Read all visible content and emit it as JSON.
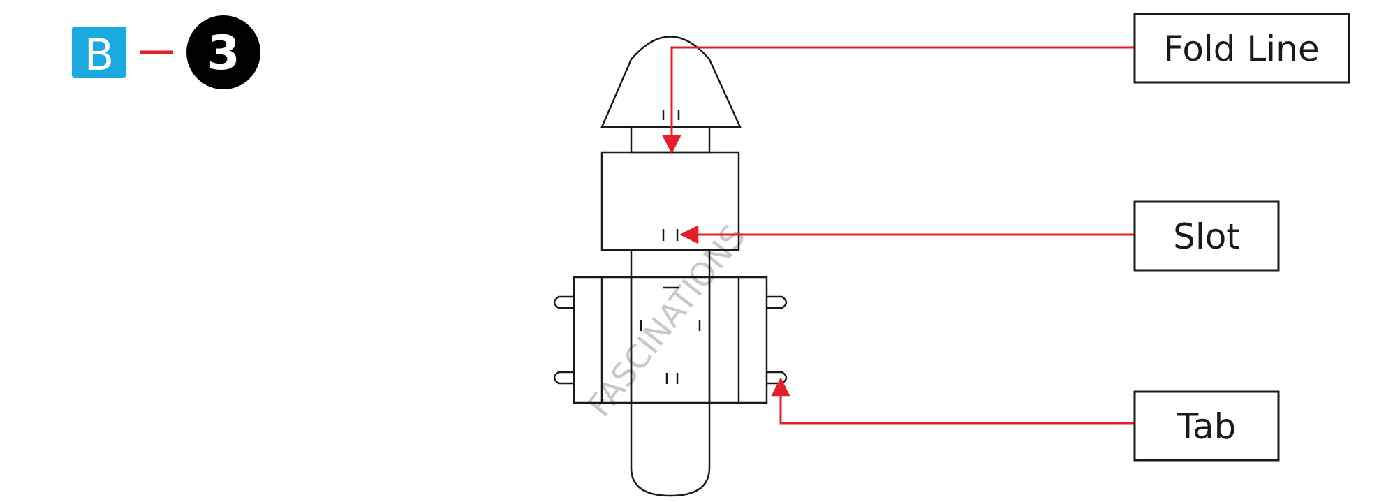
{
  "header": {
    "section_letter": "B",
    "step_number": "3",
    "section_color": "#1aa9e1",
    "step_color": "#000000"
  },
  "callouts": {
    "fold_line": "Fold Line",
    "slot": "Slot",
    "tab": "Tab"
  },
  "watermark": "FASCINATIONS",
  "colors": {
    "arrow": "#e3202a",
    "outline": "#1a1a1a",
    "watermark": "#c8c8c8"
  }
}
